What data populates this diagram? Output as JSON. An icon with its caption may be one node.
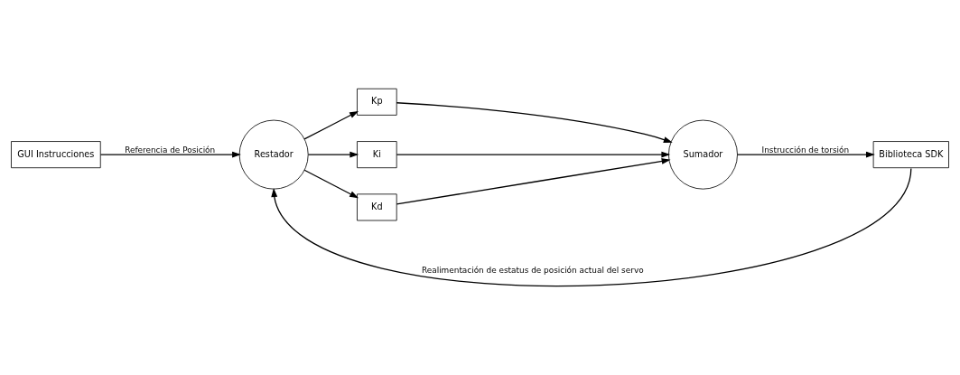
{
  "diagram": {
    "nodes": [
      {
        "text": [
          "GUI Instrucciones"
        ]
      },
      {
        "text": [
          "Restador"
        ]
      },
      {
        "text": [
          "Kp"
        ]
      },
      {
        "text": [
          "Ki"
        ]
      },
      {
        "text": [
          "Kd"
        ]
      },
      {
        "text": [
          "Sumador"
        ]
      },
      {
        "text": [
          "Biblioteca SDK"
        ]
      }
    ],
    "edges": [
      {
        "from": 0,
        "to": 1,
        "arrow": "to",
        "label": "Referencia de Posición"
      },
      {
        "from": 1,
        "to": 2,
        "arrow": "to"
      },
      {
        "from": 1,
        "to": 3,
        "arrow": "to"
      },
      {
        "from": 1,
        "to": 4,
        "arrow": "to"
      },
      {
        "from": 2,
        "to": 5,
        "arrow": "to"
      },
      {
        "from": 3,
        "to": 5,
        "arrow": "to"
      },
      {
        "from": 4,
        "to": 5,
        "arrow": "to"
      },
      {
        "from": 5,
        "to": 6,
        "arrow": "to",
        "label": "Instrucción de torsión"
      },
      {
        "from": 6,
        "to": 1,
        "arrow": "to",
        "label": "Realimentación de estatus de posición actual del servo"
      }
    ]
  }
}
